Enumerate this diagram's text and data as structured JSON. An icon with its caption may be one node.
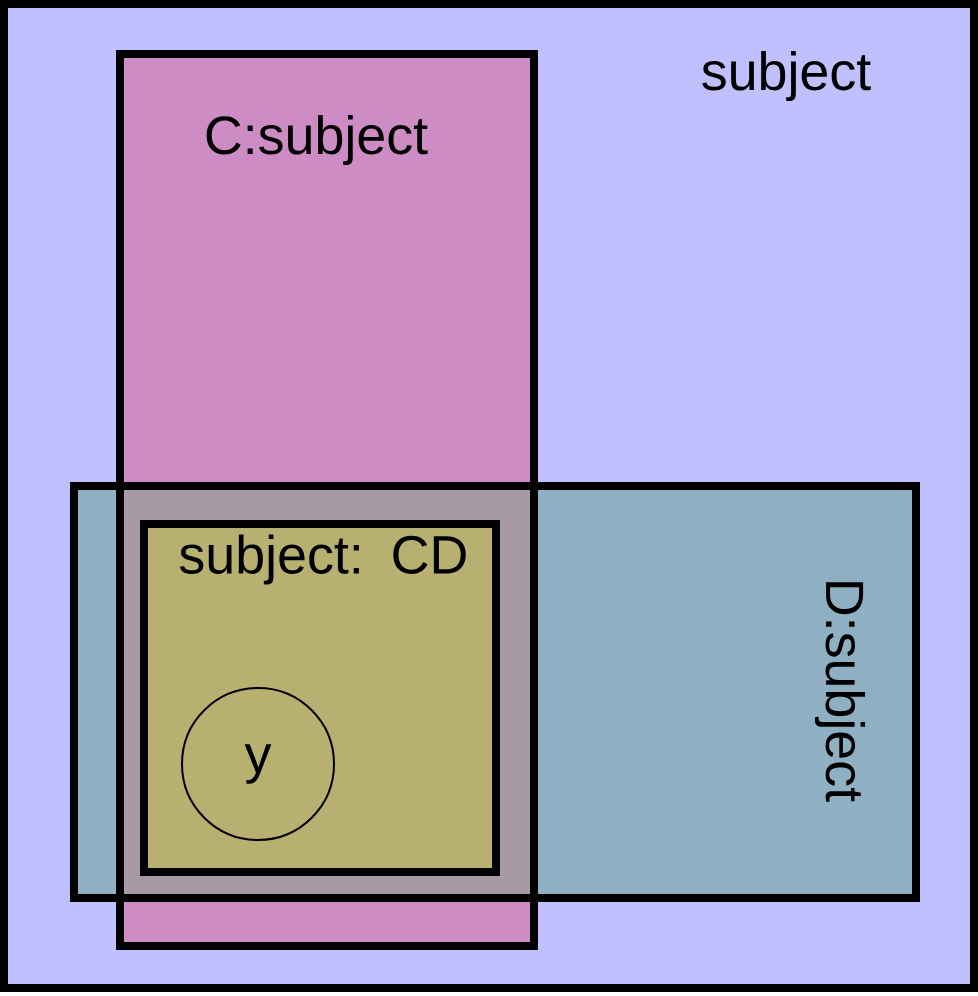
{
  "diagram": {
    "nodes": [
      {
        "text": [
          "subject"
        ]
      },
      {
        "text": [
          "C:subject"
        ],
        "in": 0
      },
      {
        "text": [
          "D:subject"
        ],
        "in": 0
      },
      {
        "text": [
          "subject: CD"
        ]
      },
      {
        "text": [
          "y"
        ],
        "in": 3
      }
    ]
  }
}
